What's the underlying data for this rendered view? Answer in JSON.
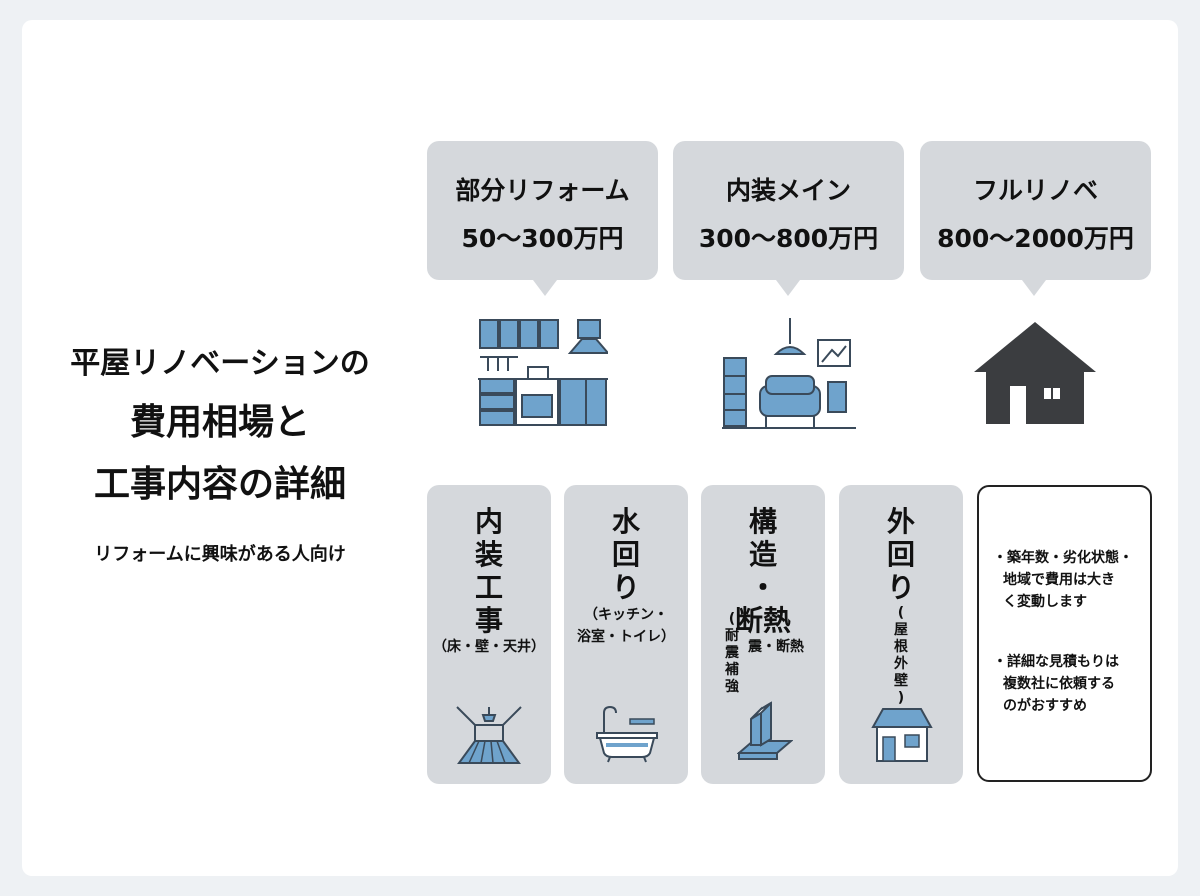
{
  "title": {
    "line1": "平屋リノベーションの",
    "line2": "費用相場と",
    "line3": "工事内容の詳細",
    "subtitle": "リフォームに興味がある人向け"
  },
  "tiers": [
    {
      "name": "部分リフォーム",
      "price": "50〜300万円",
      "icon": "kitchen-icon"
    },
    {
      "name": "内装メイン",
      "price": "300〜800万円",
      "icon": "living-room-icon"
    },
    {
      "name": "フルリノベ",
      "price": "800〜2000万円",
      "icon": "house-icon"
    }
  ],
  "categories": [
    {
      "title": [
        "内",
        "装",
        "工",
        "事"
      ],
      "note": "（床・壁・天井）",
      "icon": "ceiling-light-floor-icon"
    },
    {
      "title": [
        "水",
        "回",
        "り"
      ],
      "note1": "（キッチン・",
      "note2": "浴室・トイレ）",
      "icon": "bathtub-icon"
    },
    {
      "title1": [
        "構",
        "造"
      ],
      "dot": "・",
      "title2": "断熱",
      "vnote": [
        "(",
        "耐",
        "震",
        "補",
        "強"
      ],
      "note_side": "震・断熱",
      "icon": "steel-beam-icon"
    },
    {
      "title": [
        "外",
        "回",
        "り"
      ],
      "vnote": [
        "(",
        "屋",
        "根",
        "外",
        "壁",
        ")"
      ],
      "icon": "house-exterior-icon"
    }
  ],
  "notes": {
    "p1": [
      "・築年数・劣化状態・",
      "地域で費用は大き",
      "く変動します"
    ],
    "p2": [
      "・詳細な見積もりは",
      "複数社に依頼する",
      "のがおすすめ"
    ]
  },
  "colors": {
    "background": "#eef1f4",
    "card": "#ffffff",
    "panel": "#d5d8dc",
    "icon_blue": "#6fa3cc",
    "icon_line": "#3a4a5a",
    "house_dark": "#3b3d40"
  }
}
